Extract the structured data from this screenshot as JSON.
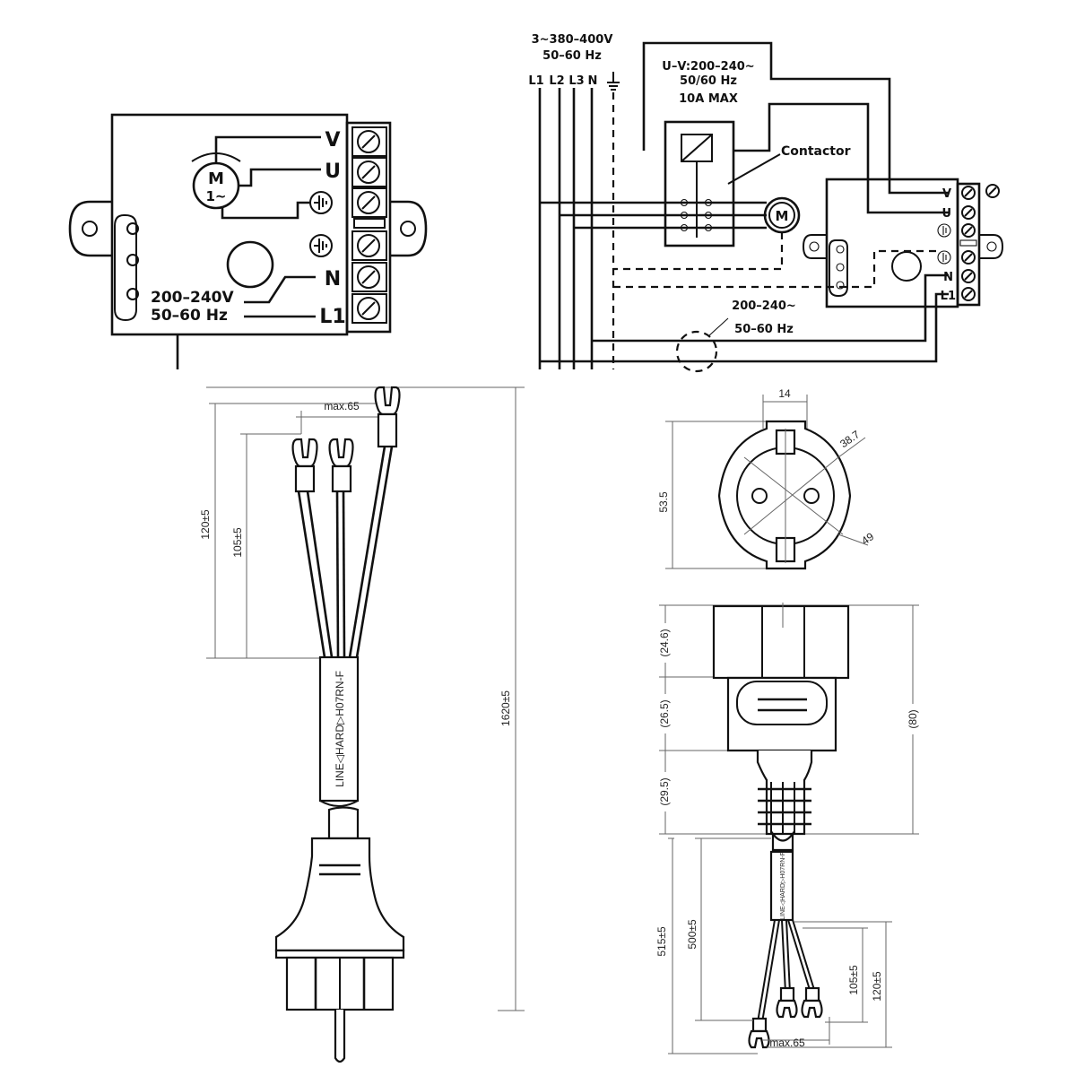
{
  "motor_box": {
    "motor": {
      "line1": "M",
      "line2": "1~"
    },
    "terminals": {
      "v": "V",
      "u": "U",
      "n": "N",
      "l1": "L1"
    },
    "supply_voltage": "200–240V",
    "supply_frequency": "50–60 Hz"
  },
  "wiring": {
    "network_voltage": "3~380–400V",
    "network_frequency": "50–60 Hz",
    "lines": [
      "L1",
      "L2",
      "L3",
      "N"
    ],
    "coil_supply": [
      "U–V:200–240~",
      "50/60 Hz",
      "10A MAX"
    ],
    "contactor_label": "Contactor",
    "motor_label": "M",
    "terminals": {
      "v": "V",
      "u": "U",
      "n": "N",
      "l1": "L1"
    },
    "supply_voltage": "200–240~",
    "supply_frequency": "50–60 Hz"
  },
  "cable": {
    "max_spread": "max.65",
    "length_outer_wire": "120±5",
    "length_inner_wire": "105±5",
    "total_length": "1620±5",
    "marking": "LINE◁HARD▷H07RN-F"
  },
  "plug_face": {
    "width_top": "14",
    "diameter": "38.7",
    "height": "53.5",
    "outer": "49"
  },
  "plug_side": {
    "seg1": "(24.6)",
    "seg2": "(26.5)",
    "seg3": "(29.5)",
    "total": "(80)",
    "cable_total": "515±5",
    "cable_sheath": "500±5",
    "inner_wire": "105±5",
    "outer_wire": "120±5",
    "max_spread": "max.65",
    "marking": "LINE◁HARD▷H07RN-F"
  }
}
